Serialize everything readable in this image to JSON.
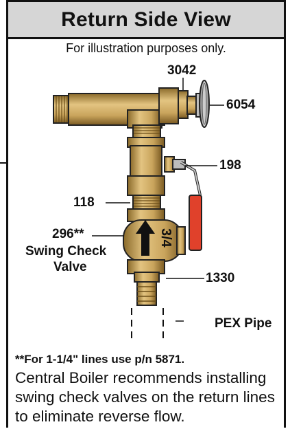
{
  "header": {
    "title": "Return Side View"
  },
  "subtitle": "For illustration purposes only.",
  "labels": {
    "part_3042": "3042",
    "part_6054": "6054",
    "part_198": "198",
    "part_118": "118",
    "part_296": "296**",
    "swing_check_line1": "Swing Check",
    "swing_check_line2": "Valve",
    "part_1330": "1330",
    "pex_pipe": "PEX Pipe",
    "valve_size": "3/4"
  },
  "notes": {
    "footnote": "**For 1-1/4\" lines use p/n 5871.",
    "body": "Central Boiler recommends installing swing check valves on the return lines to eliminate reverse flow."
  },
  "colors": {
    "brass": "#c9a45c",
    "brass_dark": "#8a6a2a",
    "handle_red": "#e0412b",
    "header_bg": "#d6d6d6"
  }
}
